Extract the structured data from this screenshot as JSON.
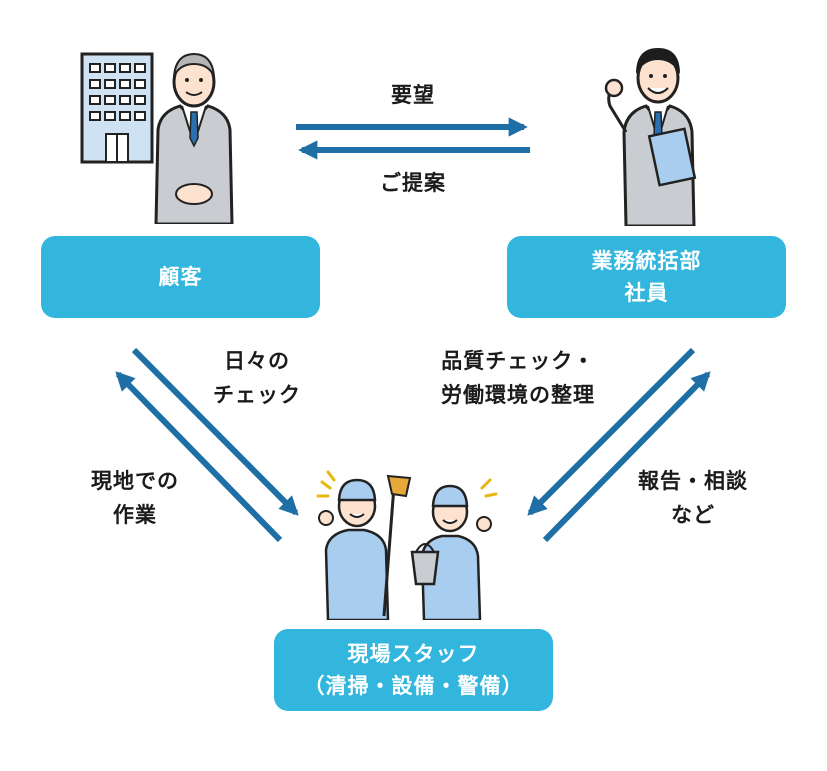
{
  "nodes": {
    "client": {
      "label": "顧客"
    },
    "staff": {
      "line1": "業務統括部",
      "line2": "社員"
    },
    "field": {
      "line1": "現場スタッフ",
      "line2": "（清掃・設備・警備）"
    }
  },
  "edges": {
    "request": "要望",
    "proposal": "ご提案",
    "daily_check": {
      "line1": "日々の",
      "line2": "チェック"
    },
    "onsite_work": {
      "line1": "現地での",
      "line2": "作業"
    },
    "quality_check": {
      "line1": "品質チェック・",
      "line2": "労働環境の整理"
    },
    "report": {
      "line1": "報告・相談",
      "line2": "など"
    }
  },
  "colors": {
    "box": "#33b6de",
    "arrow": "#1e6fa5",
    "text": "#1b1b1b"
  }
}
